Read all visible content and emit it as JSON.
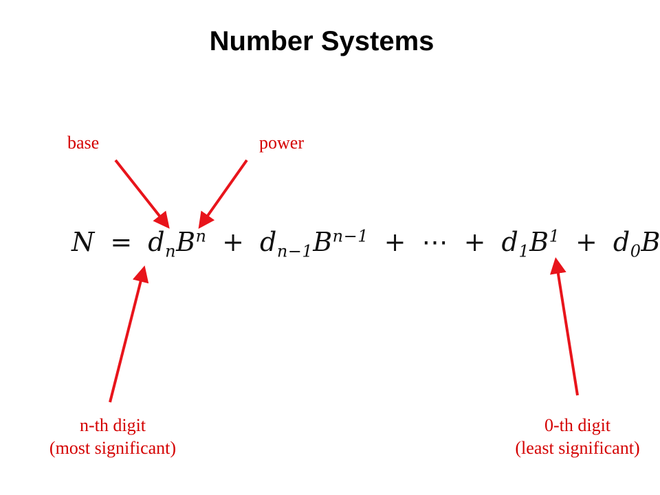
{
  "title": "Number Systems",
  "labels": {
    "base": "base",
    "power": "power",
    "nth_digit_line1": "n-th digit",
    "nth_digit_line2": "(most significant)",
    "zeroth_digit_line1": "0-th digit",
    "zeroth_digit_line2": "(least significant)"
  },
  "formula": {
    "lhs": "N",
    "eq": "=",
    "d": "d",
    "B": "B",
    "n": "n",
    "n_minus_1": "n−1",
    "plus": "+",
    "dots": "⋯",
    "one": "1",
    "zero": "0"
  },
  "colors": {
    "arrow": "#e8141b",
    "label": "#d40000",
    "text": "#000000"
  }
}
